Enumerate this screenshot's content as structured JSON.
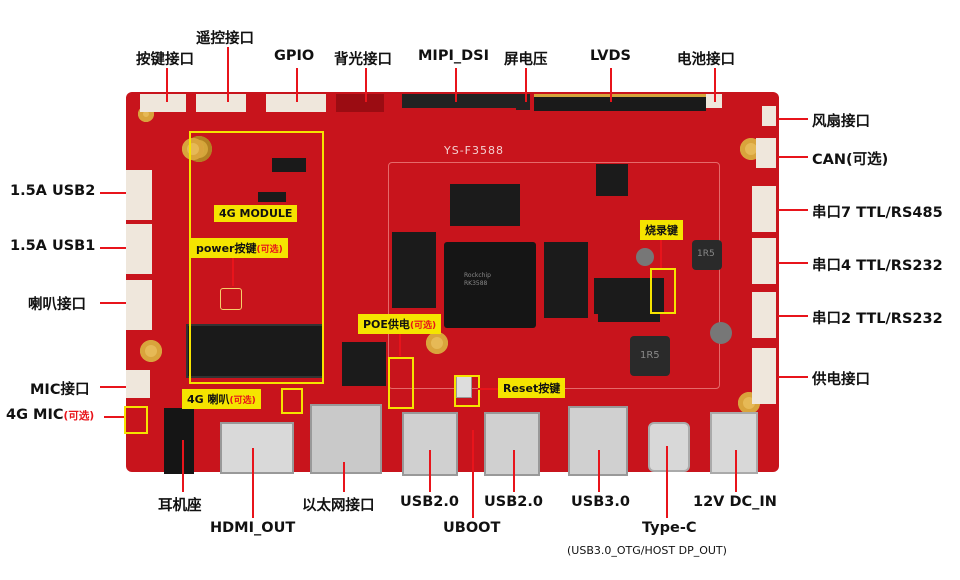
{
  "board": {
    "model_silk": "YS-F3588",
    "chip_silk": "Rockchip RK3588",
    "inductor_silk": "1R5"
  },
  "labels_top": {
    "keys": "按键接口",
    "remote": "遥控接口",
    "gpio": "GPIO",
    "backlight": "背光接口",
    "mipi": "MIPI_DSI",
    "screen_voltage": "屏电压",
    "lvds": "LVDS",
    "battery": "电池接口"
  },
  "labels_right": {
    "fan": "风扇接口",
    "can": "CAN(可选)",
    "uart7": "串口7 TTL/RS485",
    "uart4": "串口4 TTL/RS232",
    "uart2": "串口2 TTL/RS232",
    "power_in": "供电接口"
  },
  "labels_left": {
    "usb2": "1.5A USB2",
    "usb1": "1.5A USB1",
    "speaker": "喇叭接口",
    "mic": "MIC接口",
    "mic4g_main": "4G MIC",
    "mic4g_opt": "(可选)"
  },
  "labels_bottom": {
    "earphone": "耳机座",
    "hdmi": "HDMI_OUT",
    "ethernet": "以太网接口",
    "usb20_a": "USB2.0",
    "usb20_b": "USB2.0",
    "uboot": "UBOOT",
    "usb30": "USB3.0",
    "typec": "Type-C",
    "typec_sub": "(USB3.0_OTG/HOST DP_OUT)",
    "dcin": "12V DC_IN"
  },
  "tags": {
    "module4g": "4G MODULE",
    "power_key": "power按键",
    "power_key_opt": "(可选)",
    "speaker4g": "4G 喇叭",
    "speaker4g_opt": "(可选)",
    "poe": "POE供电",
    "poe_opt": "(可选)",
    "reset": "Reset按键",
    "burn": "烧录键"
  },
  "colors": {
    "board": "#c8141c",
    "pointer": "#e8141b",
    "highlight": "#f5e400",
    "connector": "#efe7dc"
  }
}
